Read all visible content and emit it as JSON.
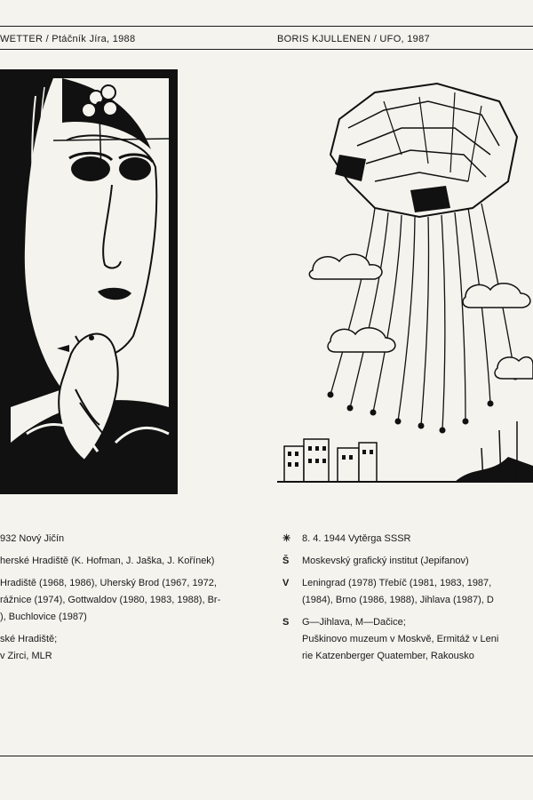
{
  "header": {
    "left_caption": "WETTER / Ptáčník Jíra, 1988",
    "right_caption": "BORIS KJULLENEN / UFO, 1987"
  },
  "left_bio": {
    "born": "932 Nový Jičín",
    "study_lines": [
      "herské Hradiště (K. Hofman, J. Jaška, J. Kořínek)"
    ],
    "exhibitions_lines": [
      "Hradiště (1968, 1986), Uherský Brod (1967, 1972,",
      "rážnice (1974), Gottwaldov (1980, 1983, 1988), Br-",
      "), Buchlovice (1987)"
    ],
    "collections_lines": [
      "ské Hradiště;",
      "v Zirci, MLR"
    ]
  },
  "right_bio": {
    "born_mark": "✳",
    "born": "8. 4. 1944 Vytěrga SSSR",
    "study_mark": "Š",
    "study": "Moskevský grafický institut (Jepifanov)",
    "exhibitions_mark": "V",
    "exhibitions_lines": [
      "Leningrad (1978) Třebíč (1981, 1983, 1987,",
      "(1984), Brno (1986, 1988), Jihlava (1987), D"
    ],
    "collections_mark": "S",
    "collections_lines": [
      "G—Jihlava, M—Dačice;",
      "Puškinovo muzeum v Moskvě, Ermitáž v Leni",
      "rie Katzenberger Quatember, Rakousko"
    ]
  }
}
